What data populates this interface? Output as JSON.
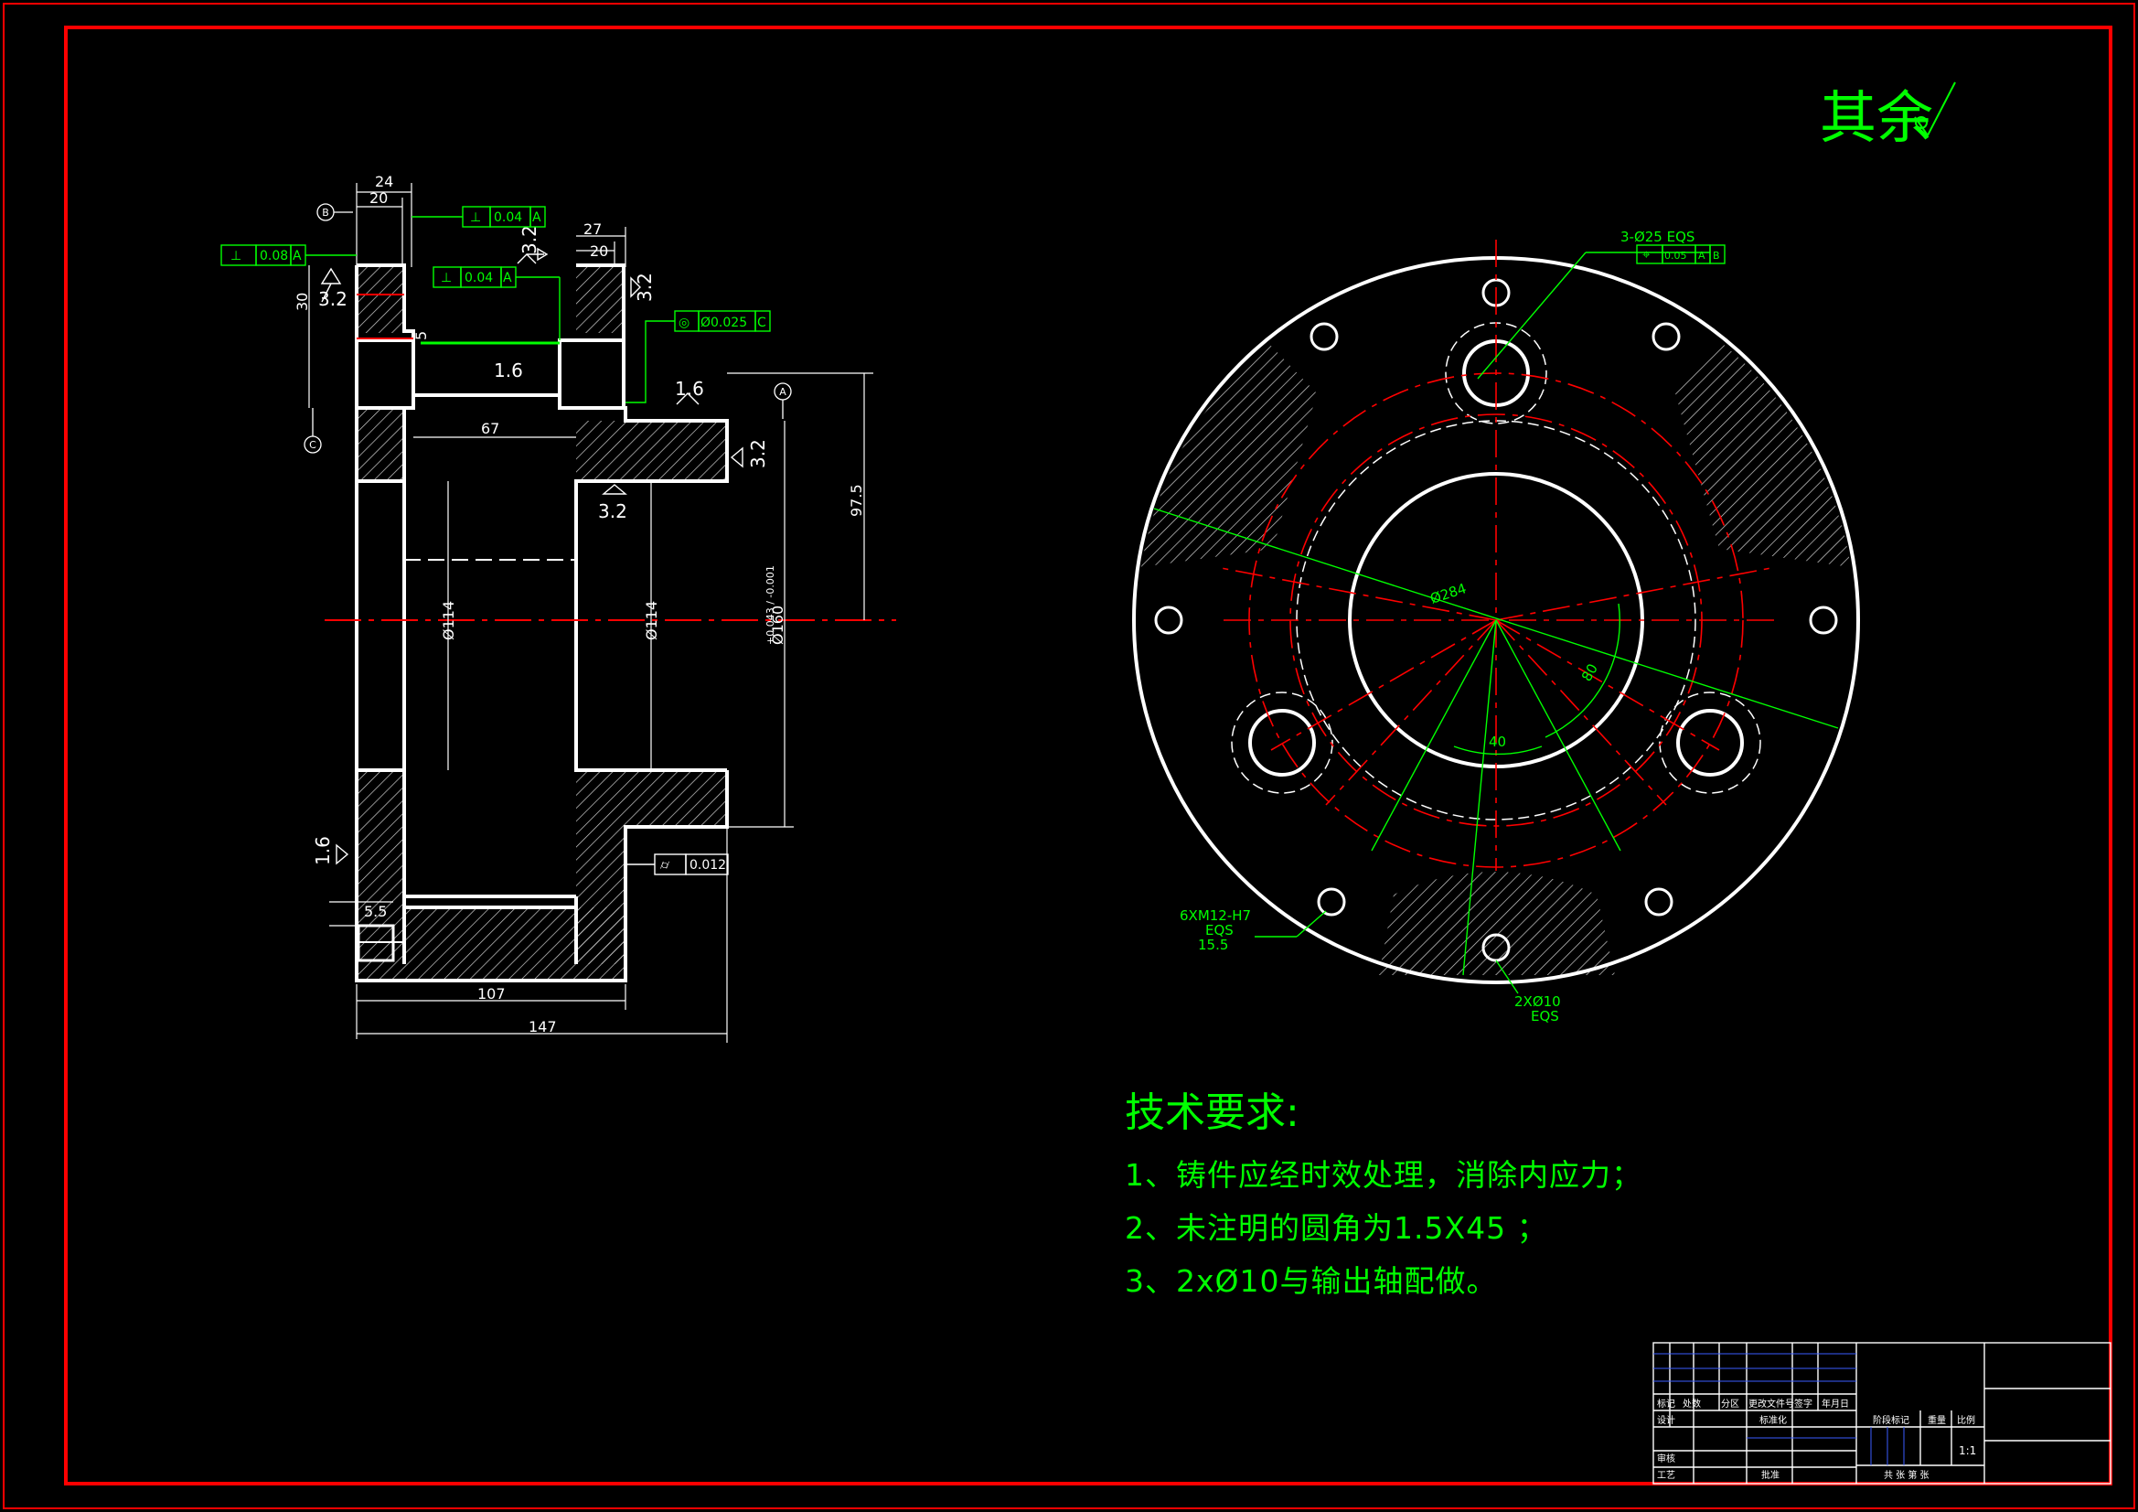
{
  "surface_note": {
    "text": "其余"
  },
  "technical_requirements": {
    "title": "技术要求:",
    "items": [
      "1、铸件应经时效处理，消除内应力；",
      "2、未注明的圆角为1.5X45  ；",
      "3、2xØ10与输出轴配做。"
    ]
  },
  "section_view": {
    "dims": {
      "d24": "24",
      "d20a": "20",
      "d27": "27",
      "d20b": "20",
      "d30": "30",
      "d67": "67",
      "d975": "97.5",
      "d114a": "Ø114",
      "d114b": "Ø114",
      "d160": "Ø160",
      "d160tol": "+0.043 / -0.001",
      "d107": "107",
      "d147": "147",
      "d55": "5.5",
      "d5": "5"
    },
    "roughness": {
      "r1": "3.2",
      "r2": "3.2",
      "r3": "3.2",
      "r4": "1.6",
      "r5": "1.6",
      "r6": "3.2",
      "r7": "3.2",
      "r8": "1.6"
    },
    "tolerances": {
      "t1_value": "0.08",
      "t1_datum": "A",
      "t2_value": "0.04",
      "t2_datum": "A",
      "t3_value": "0.04",
      "t3_datum": "A",
      "t4_value": "Ø0.025",
      "t4_datum": "C",
      "t5_value": "0.012"
    },
    "datums": {
      "a": "A",
      "b": "B",
      "c": "C"
    }
  },
  "plan_view": {
    "holes_note": "3-Ø25 EQS",
    "holes_tol_value": "0.05",
    "holes_tol_a": "A",
    "holes_tol_b": "B",
    "d284": "Ø284",
    "ang80": "80",
    "ang40": "40",
    "thread_note1": "6XM12-H7",
    "thread_note2": "EQS",
    "thread_note3": "15.5",
    "pin_note1": "2XØ10",
    "pin_note2": "EQS"
  },
  "title_block": {
    "labels": [
      "标记",
      "处数",
      "分区",
      "更改文件号",
      "签字",
      "年月日",
      "设计",
      "标准化",
      "审核",
      "工艺",
      "批准",
      "阶段标记",
      "重量",
      "比例",
      "共 张 第 张"
    ],
    "scale": "1:1"
  },
  "colors": {
    "frame": "#ff0000",
    "outline": "#ffffff",
    "dim": "#00ff00",
    "center": "#ff0000"
  }
}
